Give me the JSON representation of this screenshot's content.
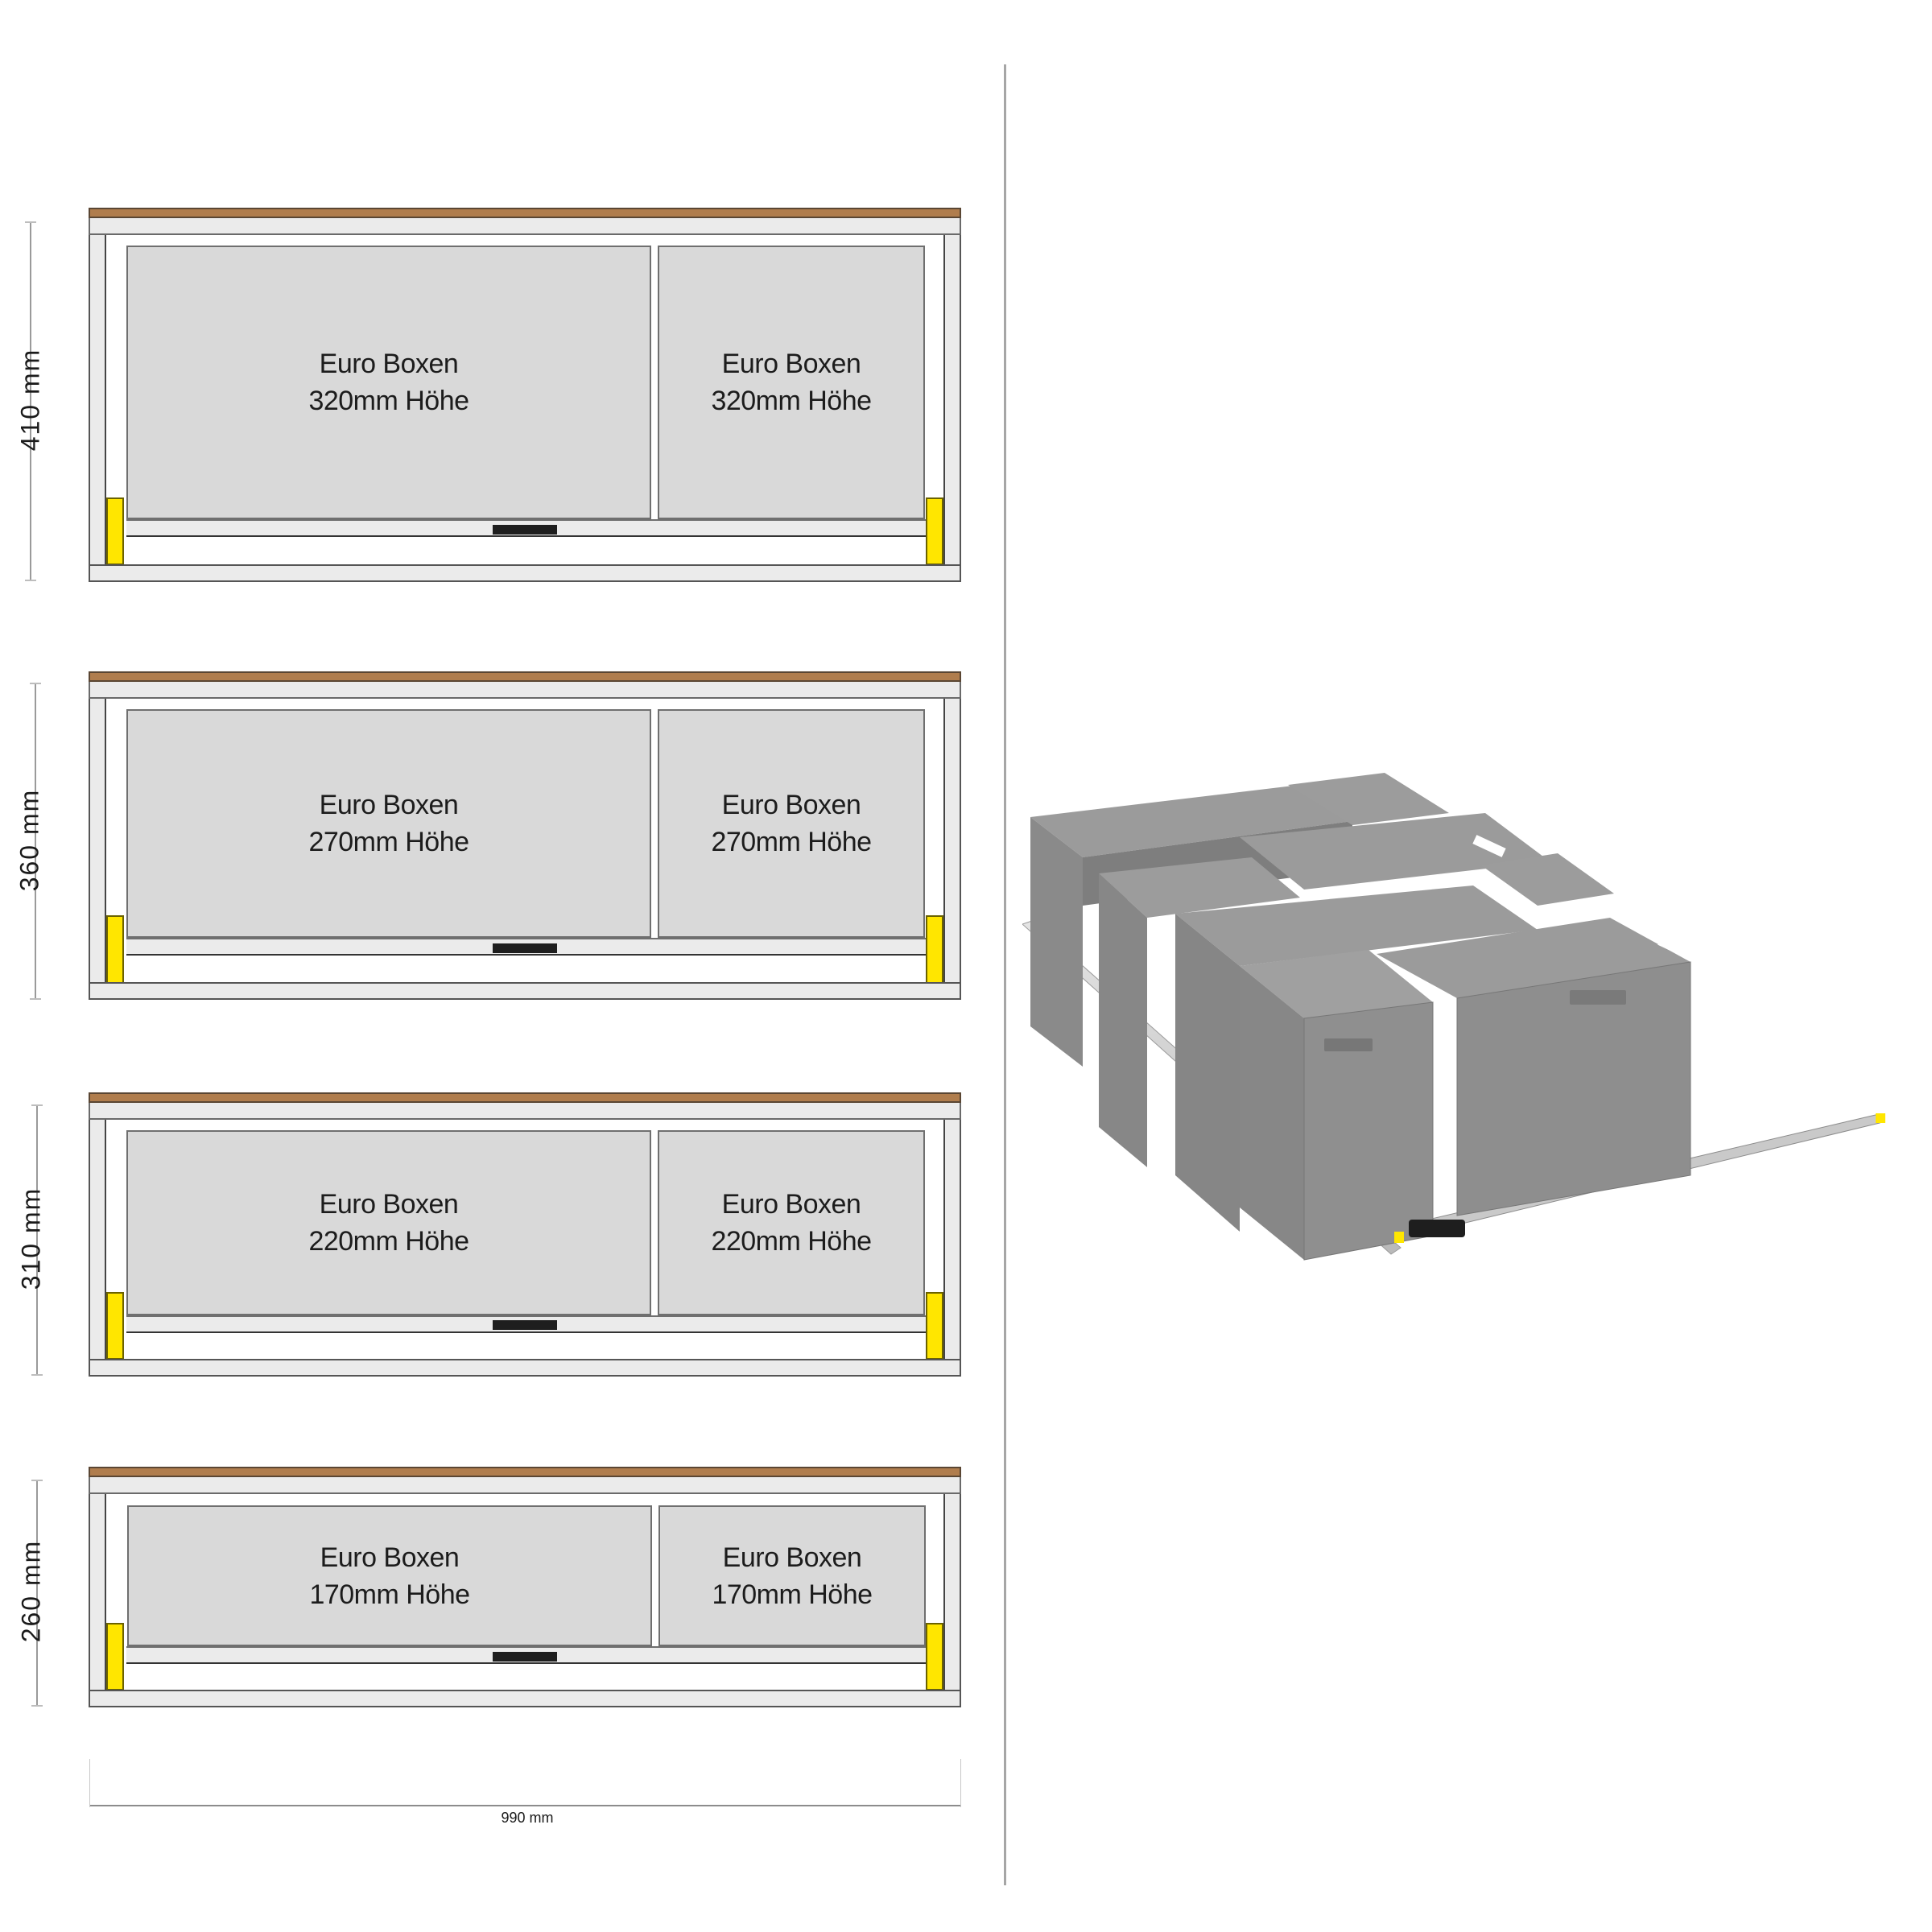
{
  "colors": {
    "wood": "#b07d4d",
    "frame": "#ebebeb",
    "box_fill": "#d9d9d9",
    "stop_yellow": "#ffe600",
    "handle": "#1e1e1e",
    "crate_gray": "#8e8e8e",
    "divider": "#a6a6a6"
  },
  "sections": [
    {
      "height_label": "410 mm",
      "boxes": [
        {
          "line1": "Euro Boxen",
          "line2": "320mm Höhe"
        },
        {
          "line1": "Euro Boxen",
          "line2": "320mm Höhe"
        }
      ]
    },
    {
      "height_label": "360 mm",
      "boxes": [
        {
          "line1": "Euro Boxen",
          "line2": "270mm Höhe"
        },
        {
          "line1": "Euro Boxen",
          "line2": "270mm Höhe"
        }
      ]
    },
    {
      "height_label": "310 mm",
      "boxes": [
        {
          "line1": "Euro Boxen",
          "line2": "220mm Höhe"
        },
        {
          "line1": "Euro Boxen",
          "line2": "220mm Höhe"
        }
      ]
    },
    {
      "height_label": "260 mm",
      "boxes": [
        {
          "line1": "Euro Boxen",
          "line2": "170mm Höhe"
        },
        {
          "line1": "Euro Boxen",
          "line2": "170mm Höhe"
        }
      ]
    }
  ],
  "width_dimension": {
    "label": "990 mm"
  },
  "product_image": {
    "description": "Pull-out drawer with 8 grey euro crates",
    "crate_count": 8
  }
}
